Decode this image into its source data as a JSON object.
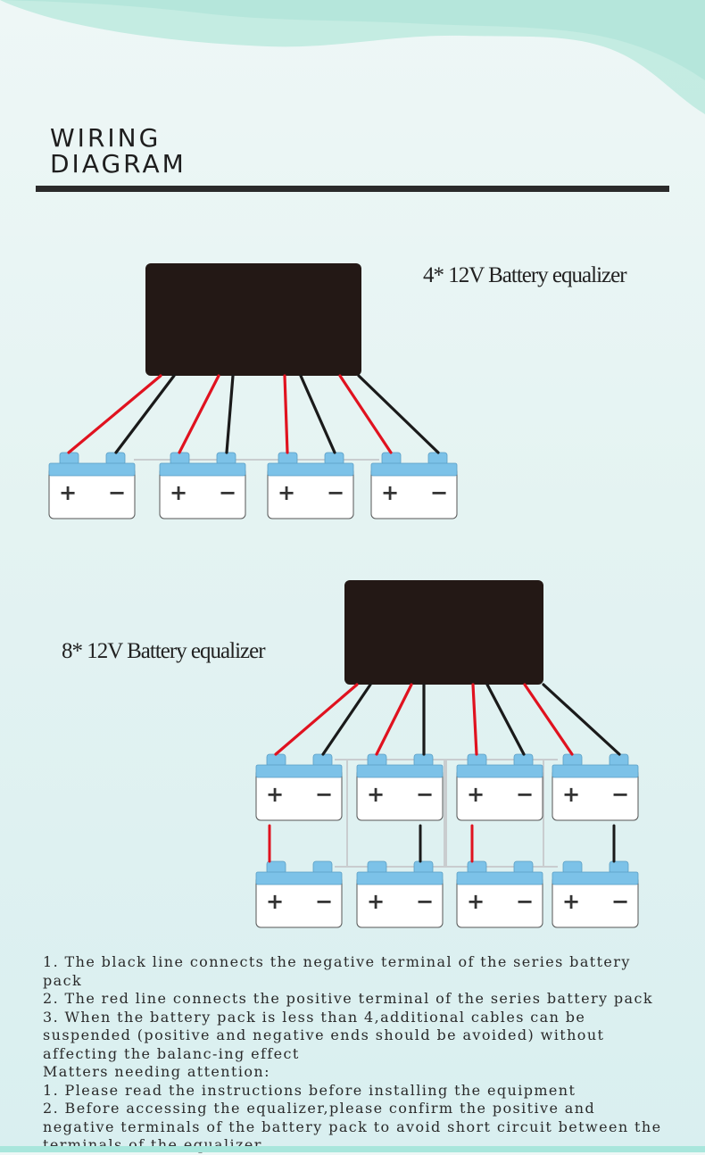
{
  "title": {
    "line1": "WIRING",
    "line2": "DIAGRAM"
  },
  "diagram_4": {
    "caption": "4* 12V Battery equalizer",
    "batteries": [
      {
        "plus": "+",
        "minus": "−"
      },
      {
        "plus": "+",
        "minus": "−"
      },
      {
        "plus": "+",
        "minus": "−"
      },
      {
        "plus": "+",
        "minus": "−"
      }
    ]
  },
  "diagram_8": {
    "caption": "8* 12V Battery equalizer",
    "batteries": [
      {
        "plus": "+",
        "minus": "−"
      },
      {
        "plus": "+",
        "minus": "−"
      },
      {
        "plus": "+",
        "minus": "−"
      },
      {
        "plus": "+",
        "minus": "−"
      },
      {
        "plus": "+",
        "minus": "−"
      },
      {
        "plus": "+",
        "minus": "−"
      },
      {
        "plus": "+",
        "minus": "−"
      },
      {
        "plus": "+",
        "minus": "−"
      }
    ]
  },
  "notes": {
    "line1": "1. The black line connects the negative terminal of the series battery pack",
    "line2": "2. The red line connects the positive terminal of the series battery pack",
    "line3": "3. When the battery pack is less than 4,additional cables can be suspended (positive and negative ends should be avoided) without affecting the balanc-ing effect",
    "attention_heading": "Matters needing attention:",
    "attention1": "1. Please read the instructions before installing the equipment",
    "attention2": "2. Before accessing the equalizer,please confirm the positive and negative terminals of the battery pack to avoid short circuit between the terminals of the equalizer"
  },
  "colors": {
    "red_wire": "#e0121f",
    "black_wire": "#1a1a1a",
    "equalizer": "#231815",
    "terminal": "#7cc2e8",
    "link": "#c9cdcf",
    "accent_wave": "#bfeae0"
  }
}
